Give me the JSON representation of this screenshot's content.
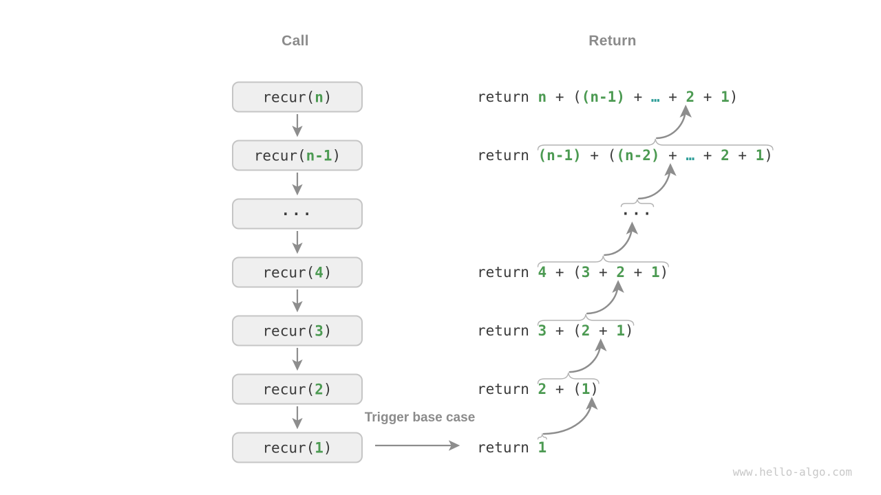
{
  "headers": {
    "call": "Call",
    "return": "Return"
  },
  "trigger_label": "Trigger base case",
  "watermark": "www.hello-algo.com",
  "colors": {
    "green": "#4c9a52",
    "teal": "#2f9e99",
    "code": "#3a3a3a",
    "gray": "#8b8b8b",
    "box_bg": "#efefef",
    "box_border": "#c5c5c5",
    "arrow": "#8d8d8d",
    "brace": "#b3b3b3",
    "watermark_color": "#c8c8c8"
  },
  "rows": [
    {
      "call": [
        [
          "recur(",
          "code"
        ],
        [
          "n",
          "green"
        ],
        [
          ")",
          "code"
        ]
      ],
      "ret": [
        [
          "return ",
          "code"
        ],
        [
          "n",
          "green"
        ],
        [
          " + (",
          "code"
        ],
        [
          "(n-1)",
          "green"
        ],
        [
          " + ",
          "code"
        ],
        [
          "…",
          "teal"
        ],
        [
          " + ",
          "code"
        ],
        [
          "2",
          "green"
        ],
        [
          " + ",
          "code"
        ],
        [
          "1",
          "green"
        ],
        [
          ")",
          "code"
        ]
      ],
      "brace": false
    },
    {
      "call": [
        [
          "recur(",
          "code"
        ],
        [
          "n-1",
          "green"
        ],
        [
          ")",
          "code"
        ]
      ],
      "ret": [
        [
          "return ",
          "code"
        ],
        [
          "(n-1)",
          "green"
        ],
        [
          " + (",
          "code"
        ],
        [
          "(n-2)",
          "green"
        ],
        [
          " + ",
          "code"
        ],
        [
          "…",
          "teal"
        ],
        [
          " + ",
          "code"
        ],
        [
          "2",
          "green"
        ],
        [
          " + ",
          "code"
        ],
        [
          "1",
          "green"
        ],
        [
          ")",
          "code"
        ]
      ],
      "brace": true
    },
    {
      "call": [
        [
          "···",
          "code"
        ]
      ],
      "call_is_dots": true,
      "ret": [
        [
          "···",
          "code"
        ]
      ],
      "ret_is_dots": true,
      "brace": true
    },
    {
      "call": [
        [
          "recur(",
          "code"
        ],
        [
          "4",
          "green"
        ],
        [
          ")",
          "code"
        ]
      ],
      "ret": [
        [
          "return ",
          "code"
        ],
        [
          "4",
          "green"
        ],
        [
          " + (",
          "code"
        ],
        [
          "3",
          "green"
        ],
        [
          " + ",
          "code"
        ],
        [
          "2",
          "green"
        ],
        [
          " + ",
          "code"
        ],
        [
          "1",
          "green"
        ],
        [
          ")",
          "code"
        ]
      ],
      "brace": true
    },
    {
      "call": [
        [
          "recur(",
          "code"
        ],
        [
          "3",
          "green"
        ],
        [
          ")",
          "code"
        ]
      ],
      "ret": [
        [
          "return ",
          "code"
        ],
        [
          "3",
          "green"
        ],
        [
          " + (",
          "code"
        ],
        [
          "2",
          "green"
        ],
        [
          " + ",
          "code"
        ],
        [
          "1",
          "green"
        ],
        [
          ")",
          "code"
        ]
      ],
      "brace": true
    },
    {
      "call": [
        [
          "recur(",
          "code"
        ],
        [
          "2",
          "green"
        ],
        [
          ")",
          "code"
        ]
      ],
      "ret": [
        [
          "return ",
          "code"
        ],
        [
          "2",
          "green"
        ],
        [
          " + (",
          "code"
        ],
        [
          "1",
          "green"
        ],
        [
          ")",
          "code"
        ]
      ],
      "brace": true
    },
    {
      "call": [
        [
          "recur(",
          "code"
        ],
        [
          "1",
          "green"
        ],
        [
          ")",
          "code"
        ]
      ],
      "ret": [
        [
          "return ",
          "code"
        ],
        [
          "1",
          "green"
        ]
      ],
      "brace": true
    }
  ]
}
